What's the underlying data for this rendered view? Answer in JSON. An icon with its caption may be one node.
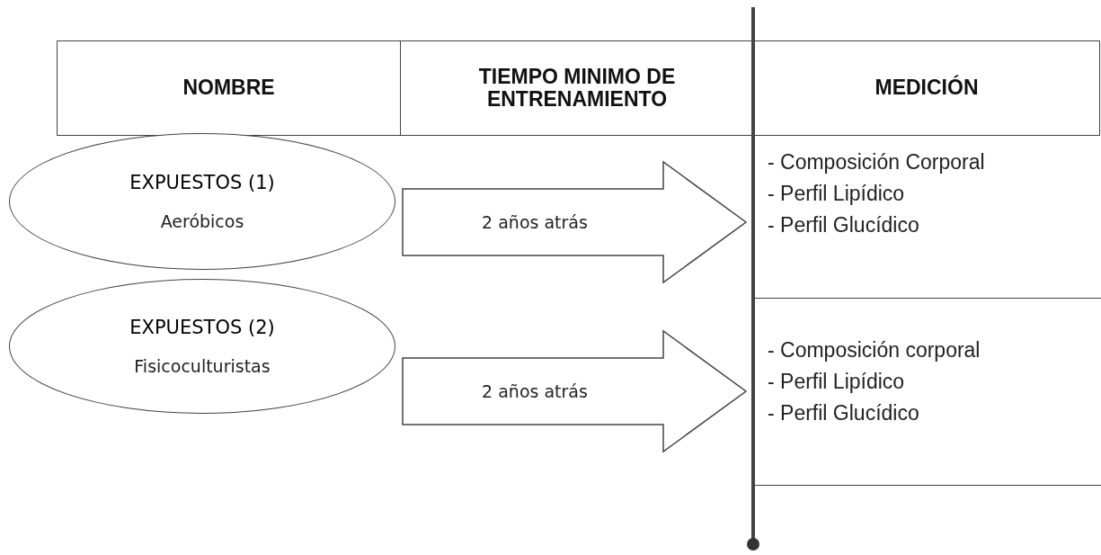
{
  "diagram": {
    "nodes": [
      {
        "text": [
          "NOMBRE"
        ]
      },
      {
        "text": [
          "TIEMPO MINIMO DE ENTRENAMIENTO"
        ]
      },
      {
        "text": [
          "MEDICIÓN"
        ]
      },
      {
        "text": [
          "EXPUESTOS (1)",
          "Aeróbicos"
        ]
      },
      {
        "text": [
          "- Composición Corporal",
          "- Perfil Lipídico",
          "- Perfil Glucídico"
        ]
      },
      {
        "text": [
          "EXPUESTOS (2)",
          "Fisicoculturistas"
        ]
      },
      {
        "text": [
          "- Composición corporal",
          "- Perfil Lipídico",
          "- Perfil Glucídico"
        ]
      }
    ],
    "edges": [
      {
        "from": 3,
        "to": 4,
        "arrow": "to",
        "label": "2 años atrás"
      },
      {
        "from": 5,
        "to": 6,
        "arrow": "to",
        "label": "2 años atrás"
      }
    ]
  }
}
